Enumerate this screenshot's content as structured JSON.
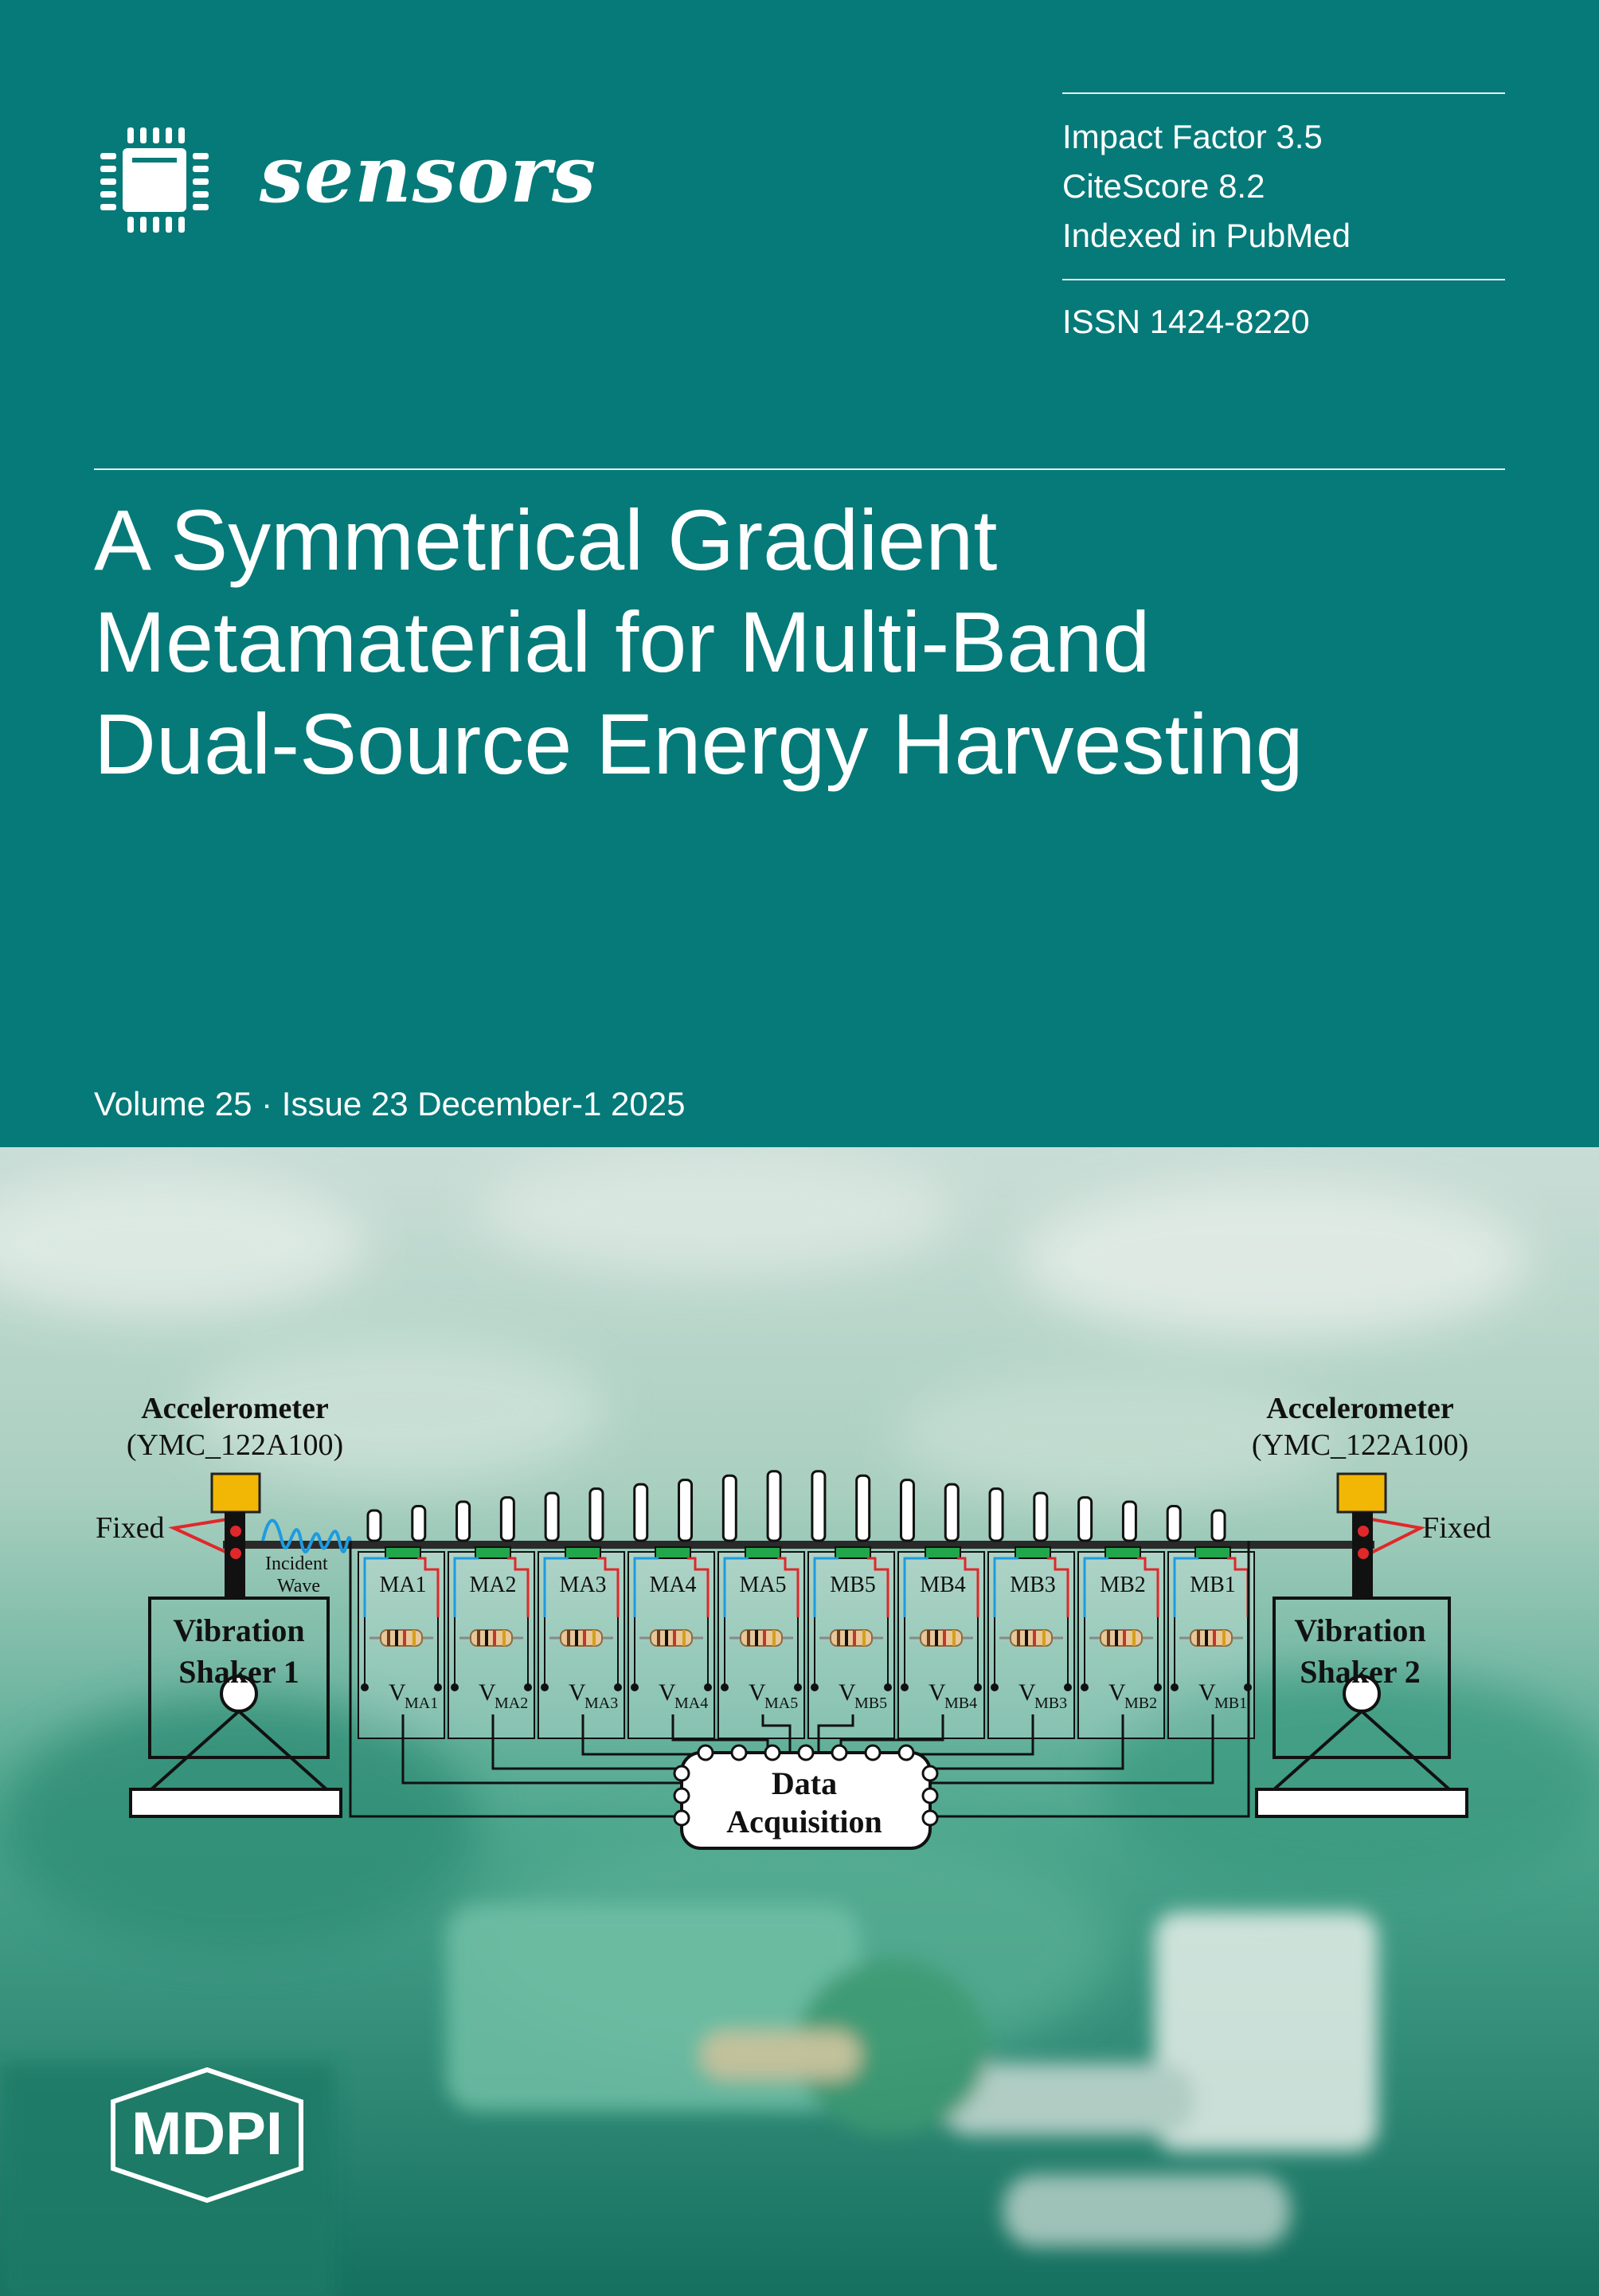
{
  "journal": {
    "name": "sensors",
    "logo_icon": "chip-icon",
    "impact_factor": "Impact Factor 3.5",
    "citescore": "CiteScore 8.2",
    "indexed": "Indexed in PubMed",
    "issn": "ISSN 1424-8220"
  },
  "article": {
    "title_lines": [
      "A Symmetrical Gradient",
      "Metamaterial for Multi-Band",
      "Dual-Source Energy Harvesting"
    ]
  },
  "issue": {
    "label": "Volume 25 · Issue 23 December-1 2025"
  },
  "publisher": {
    "name": "MDPI"
  },
  "diagram": {
    "accelerometer_left": "Accelerometer",
    "accelerometer_left_model": "(YMC_122A100)",
    "accelerometer_right": "Accelerometer",
    "accelerometer_right_model": "(YMC_122A100)",
    "fixed_left": "Fixed",
    "fixed_right": "Fixed",
    "incident_wave_1": "Incident",
    "incident_wave_2": "Wave",
    "shaker_left_1": "Vibration",
    "shaker_left_2": "Shaker 1",
    "shaker_right_1": "Vibration",
    "shaker_right_2": "Shaker 2",
    "data_acq_1": "Data",
    "data_acq_2": "Acquisition",
    "modules": [
      "MA1",
      "MA2",
      "MA3",
      "MA4",
      "MA5",
      "MB5",
      "MB4",
      "MB3",
      "MB2",
      "MB1"
    ],
    "voltages": [
      "MA1",
      "MA2",
      "MA3",
      "MA4",
      "MA5",
      "MB5",
      "MB4",
      "MB3",
      "MB2",
      "MB1"
    ]
  },
  "colors": {
    "teal": "#057a79",
    "wire_blue": "#1e9be0",
    "wire_red": "#e0282a",
    "accelerometer": "#f2b705",
    "piezo": "#22a64b"
  }
}
